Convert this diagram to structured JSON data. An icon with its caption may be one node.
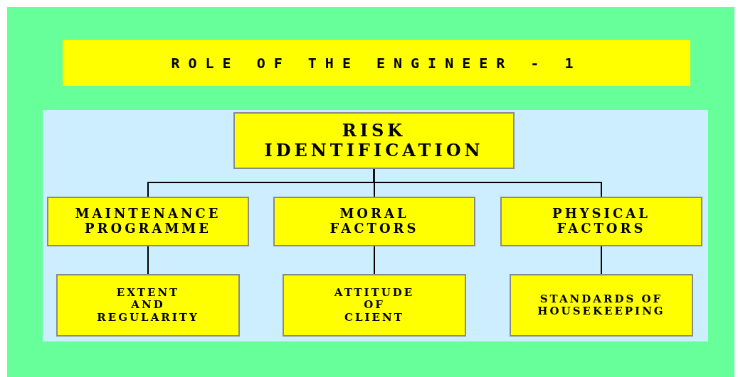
{
  "diagram": {
    "title": "ROLE OF THE ENGINEER - 1",
    "nodes": [
      {
        "text": [
          "RISK IDENTIFICATION"
        ]
      },
      {
        "text": [
          "MAINTENANCE PROGRAMME"
        ]
      },
      {
        "text": [
          "MORAL FACTORS"
        ]
      },
      {
        "text": [
          "PHYSICAL FACTORS"
        ]
      },
      {
        "text": [
          "EXTENT AND REGULARITY"
        ]
      },
      {
        "text": [
          "ATTITUDE OF CLIENT"
        ]
      },
      {
        "text": [
          "STANDARDS OF HOUSEKEEPING"
        ]
      }
    ],
    "edges": [
      {
        "from": 0,
        "to": 1,
        "arrow": "none"
      },
      {
        "from": 0,
        "to": 2,
        "arrow": "none"
      },
      {
        "from": 0,
        "to": 3,
        "arrow": "none"
      },
      {
        "from": 1,
        "to": 4,
        "arrow": "none"
      },
      {
        "from": 2,
        "to": 5,
        "arrow": "none"
      },
      {
        "from": 3,
        "to": 6,
        "arrow": "none"
      }
    ]
  }
}
